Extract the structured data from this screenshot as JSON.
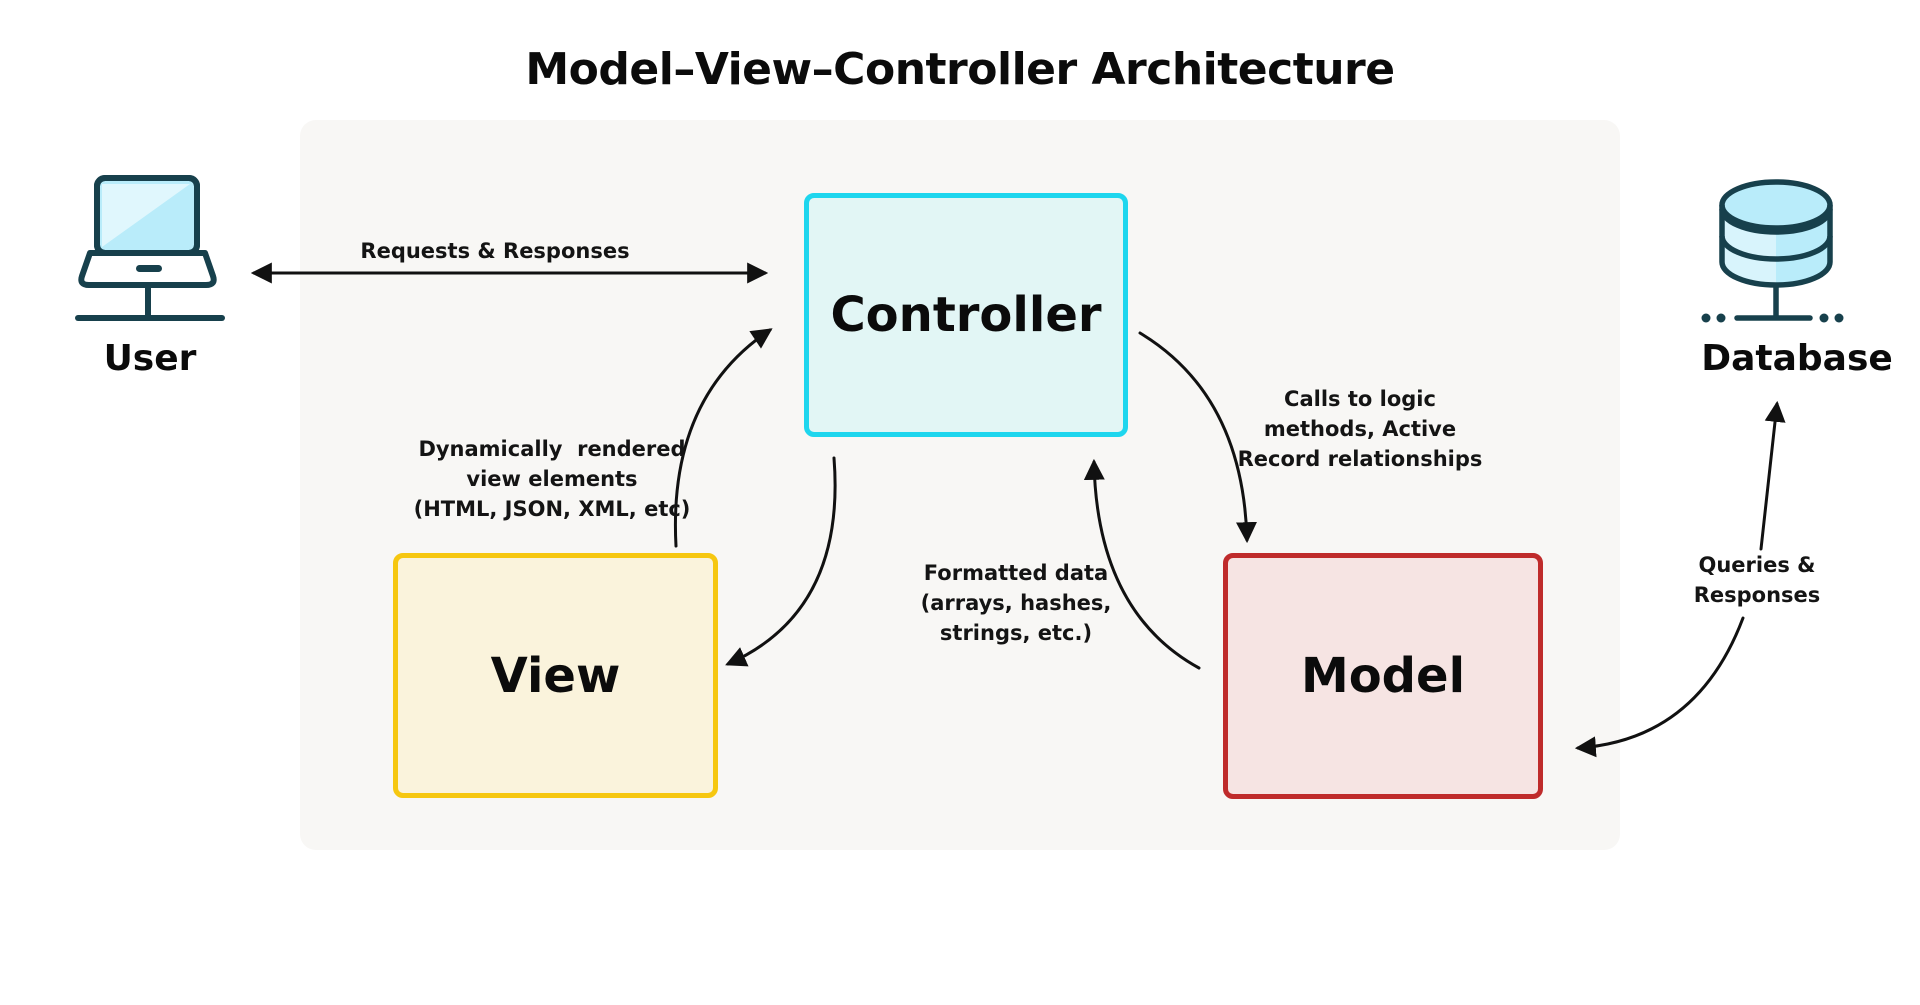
{
  "title": "Model–View–Controller Architecture",
  "actors": {
    "user": {
      "label": "User",
      "icon": "laptop-icon"
    },
    "database": {
      "label": "Database",
      "icon": "database-cylinder-icon"
    }
  },
  "boxes": {
    "controller": {
      "label": "Controller",
      "border_color": "#1ed6ee",
      "fill_color": "#e2f6f5"
    },
    "view": {
      "label": "View",
      "border_color": "#f6c710",
      "fill_color": "#faf3dc"
    },
    "model": {
      "label": "Model",
      "border_color": "#bf2b2b",
      "fill_color": "#f6e4e3"
    }
  },
  "edge_labels": {
    "user_controller": {
      "lines": [
        "Requests & Responses"
      ]
    },
    "view_controller": {
      "lines": [
        "Dynamically  rendered",
        "view elements",
        "(HTML, JSON, XML, etc)"
      ]
    },
    "controller_model": {
      "lines": [
        "Calls to logic",
        "methods, Active",
        "Record relationships"
      ]
    },
    "model_controller": {
      "lines": [
        "Formatted data",
        "(arrays, hashes,",
        "strings, etc.)"
      ]
    },
    "model_database": {
      "lines": [
        "Queries &",
        "Responses"
      ]
    }
  },
  "colors": {
    "background": "#ffffff",
    "panel": "#f8f7f5",
    "text": "#111111",
    "arrow": "#111111",
    "controller_border": "#1ed6ee",
    "controller_fill": "#e2f6f5",
    "view_border": "#f6c710",
    "view_fill": "#faf3dc",
    "model_border": "#bf2b2b",
    "model_fill": "#f6e4e3",
    "icon_stroke": "#17404c",
    "icon_fill": "#b9ecfa",
    "icon_fill_light": "#e0f7fd"
  }
}
